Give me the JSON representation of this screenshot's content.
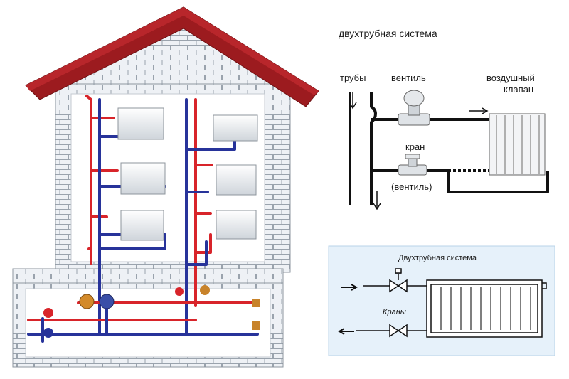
{
  "title": "двухтрубная система",
  "labels": {
    "pipes": "трубы",
    "valve": "вентиль",
    "air_valve_line1": "воздушный",
    "air_valve_line2": "клапан",
    "tap": "кран",
    "tap_alt": "(вентиль)"
  },
  "panel": {
    "title": "Двухтрубная система",
    "taps": "Краны"
  },
  "colors": {
    "supply_pipe": "#d8242a",
    "return_pipe": "#27339a",
    "roof": "#9c1b1f",
    "brick": "#e9edf2",
    "panel_bg": "#e6f1fa"
  }
}
